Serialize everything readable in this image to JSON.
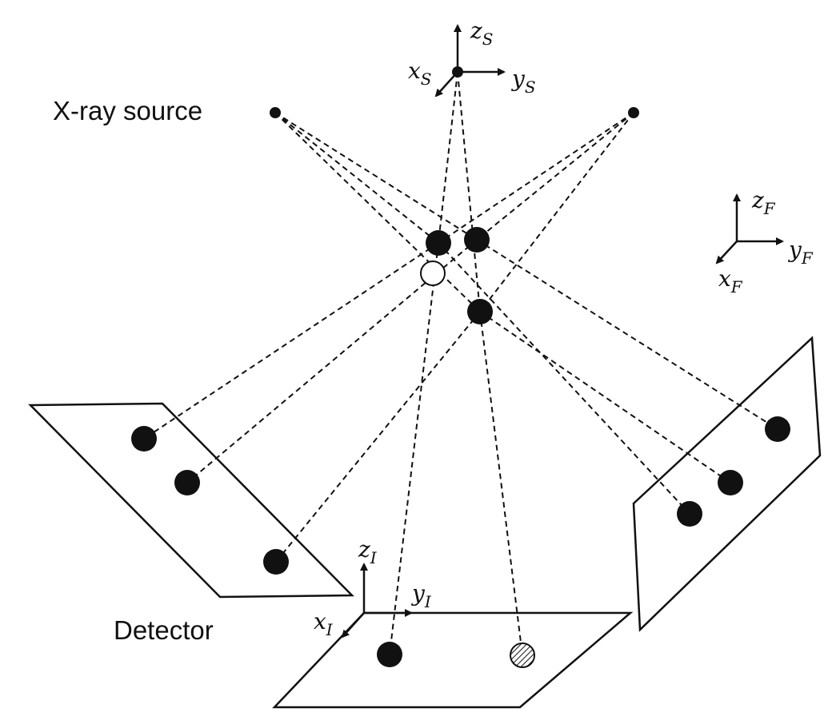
{
  "labels": {
    "source": "X-ray source",
    "detector": "Detector"
  },
  "frames": {
    "source": {
      "x": "x",
      "x_sub": "S",
      "y": "y",
      "y_sub": "S",
      "z": "z",
      "z_sub": "S"
    },
    "fixed": {
      "x": "x",
      "x_sub": "F",
      "y": "y",
      "y_sub": "F",
      "z": "z",
      "z_sub": "F"
    },
    "image": {
      "x": "x",
      "x_sub": "I",
      "y": "y",
      "y_sub": "I",
      "z": "z",
      "z_sub": "I"
    }
  },
  "colors": {
    "ink": "#111111",
    "background": "#ffffff"
  }
}
